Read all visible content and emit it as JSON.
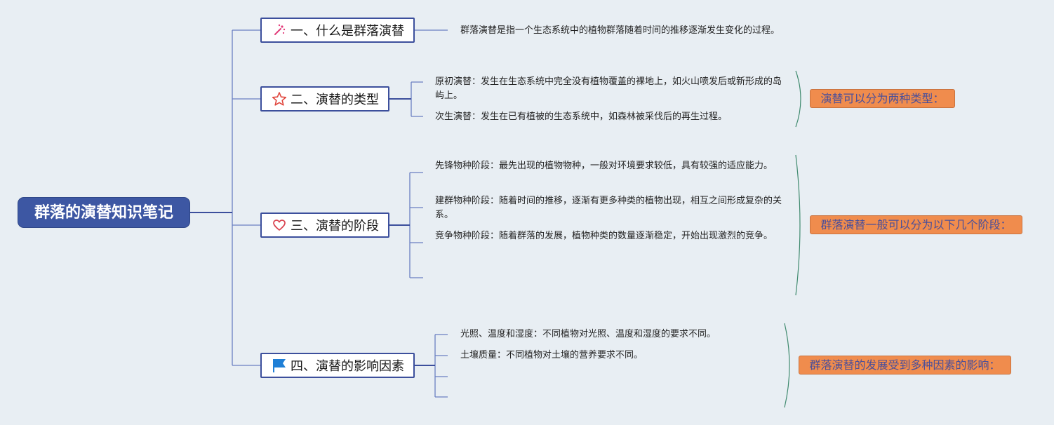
{
  "root": {
    "title": "群落的演替知识笔记"
  },
  "branches": [
    {
      "label": "一、什么是群落演替",
      "icon": "sparkle-wand-icon",
      "leaves": [
        "群落演替是指一个生态系统中的植物群落随着时间的推移逐渐发生变化的过程。"
      ]
    },
    {
      "label": "二、演替的类型",
      "icon": "star-icon",
      "leaves": [
        "原初演替：发生在生态系统中完全没有植物覆盖的裸地上，如火山喷发后或新形成的岛屿上。",
        "次生演替：发生在已有植被的生态系统中，如森林被采伐后的再生过程。"
      ],
      "summary": "演替可以分为两种类型："
    },
    {
      "label": "三、演替的阶段",
      "icon": "heart-icon",
      "leaves": [
        "先锋物种阶段：最先出现的植物物种，一般对环境要求较低，具有较强的适应能力。",
        "建群物种阶段：随着时间的推移，逐渐有更多种类的植物出现，相互之间形成复杂的关系。",
        "竞争物种阶段：随着群落的发展，植物种类的数量逐渐稳定，开始出现激烈的竞争。",
        ""
      ],
      "summary": "群落演替一般可以分为以下几个阶段："
    },
    {
      "label": "四、演替的影响因素",
      "icon": "flag-icon",
      "leaves": [
        "光照、温度和湿度：不同植物对光照、温度和湿度的要求不同。",
        "土壤质量：不同植物对土壤的营养要求不同。",
        "",
        ""
      ],
      "summary": "群落演替的发展受到多种因素的影响："
    }
  ],
  "colors": {
    "connector": "#3c4f9c",
    "root_fill": "#3d57a3",
    "summary_fill": "#f08c4d",
    "summary_text": "#4a4f9a",
    "bracket": "#3f8a6e",
    "star": "#e0453c",
    "heart": "#d9434f",
    "flag": "#1f7fd6",
    "sparkle": "#e23d7a"
  }
}
